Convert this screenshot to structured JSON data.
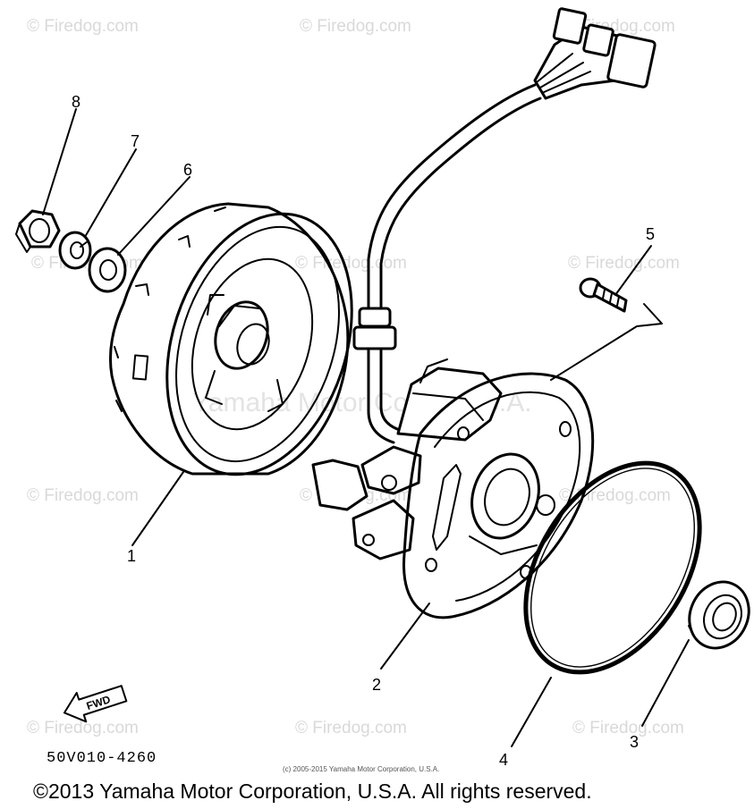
{
  "watermark": {
    "site_text": "© Firedog.com",
    "center_text": "Yamaha Motor Corp., U.S.A.",
    "small_credit": "(c) 2005-2015 Yamaha Motor Corporation, U.S.A."
  },
  "callouts": [
    "1",
    "2",
    "3",
    "4",
    "5",
    "6",
    "7",
    "8"
  ],
  "direction_marker": "FWD",
  "part_code": "50V010-4260",
  "copyright": "©2013 Yamaha Motor Corporation, U.S.A. All rights reserved."
}
